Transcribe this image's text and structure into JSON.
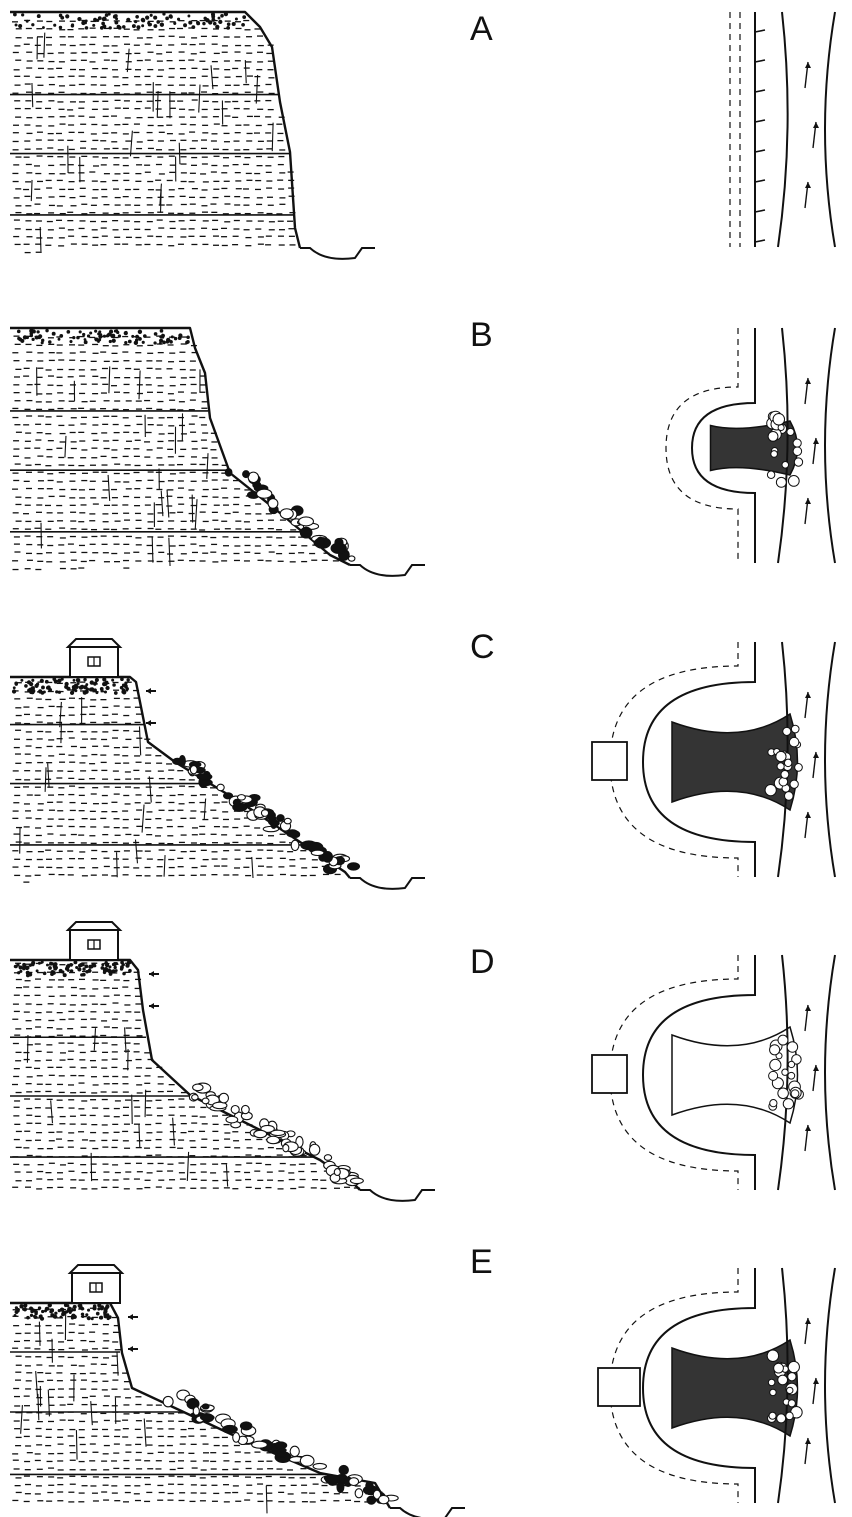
{
  "figure": {
    "stages": [
      {
        "label": "A",
        "has_house": false,
        "debris": "none"
      },
      {
        "label": "B",
        "has_house": false,
        "debris": "talus"
      },
      {
        "label": "C",
        "has_house": true,
        "debris": "talus-large"
      },
      {
        "label": "D",
        "has_house": true,
        "debris": "open-fan"
      },
      {
        "label": "E",
        "has_house": true,
        "debris": "fan-and-talus"
      }
    ],
    "colors": {
      "ink": "#111111",
      "paper": "#ffffff"
    }
  }
}
